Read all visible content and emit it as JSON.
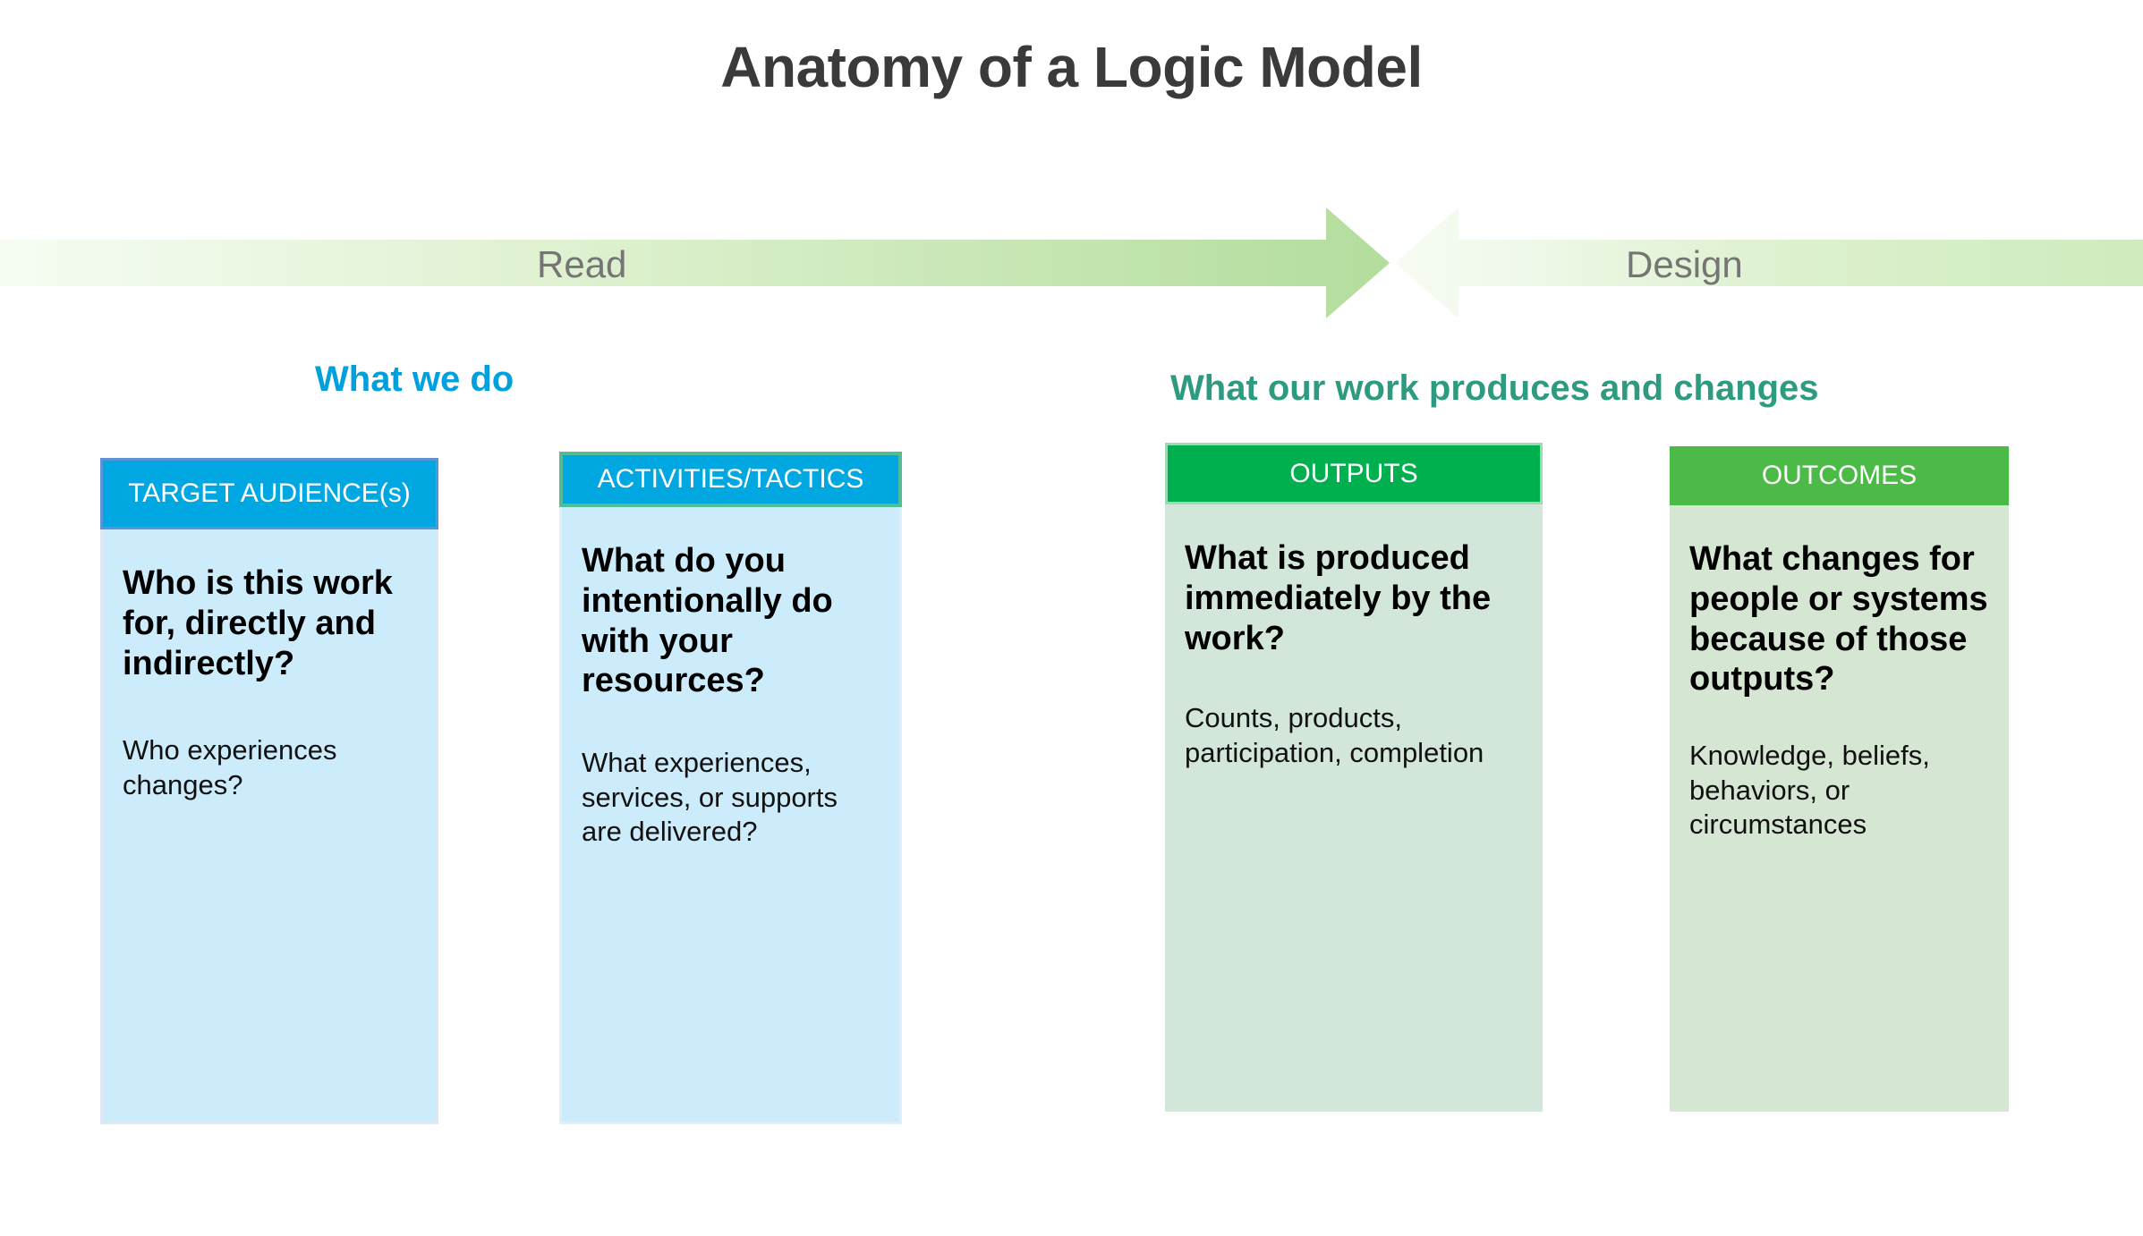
{
  "title": "Anatomy of a Logic Model",
  "band": {
    "read_label": "Read",
    "design_label": "Design",
    "gradient_light": "#f4fbef",
    "gradient_dark": "#b5e0a0"
  },
  "groups": {
    "left": {
      "heading": "What we do",
      "color": "#00a0dd"
    },
    "right": {
      "heading": "What our work produces and changes",
      "color": "#2e9b80"
    }
  },
  "cards": [
    {
      "id": "target-audience",
      "header": "TARGET AUDIENCE(s)",
      "question": "Who is this work for, directly and indirectly?",
      "examples": "Who experiences changes?",
      "header_color": "#00a7e0",
      "body_color": "#cdecfb"
    },
    {
      "id": "activities-tactics",
      "header": "ACTIVITIES/TACTICS",
      "question": "What do you intentionally do with your resources?",
      "examples": "What experiences, services, or supports are delivered?",
      "header_color": "#00a7e0",
      "body_color": "#cdecfb"
    },
    {
      "id": "outputs",
      "header": "OUTPUTS",
      "question": "What is produced immediately by the work?",
      "examples": "Counts, products, participation, completion",
      "header_color": "#00b04f",
      "body_color": "#d2e6da"
    },
    {
      "id": "outcomes",
      "header": "OUTCOMES",
      "question": "What changes for people or systems because of those outputs?",
      "examples": "Knowledge, beliefs, behaviors, or circumstances",
      "header_color": "#4cba47",
      "body_color": "#d5e6d2"
    }
  ]
}
